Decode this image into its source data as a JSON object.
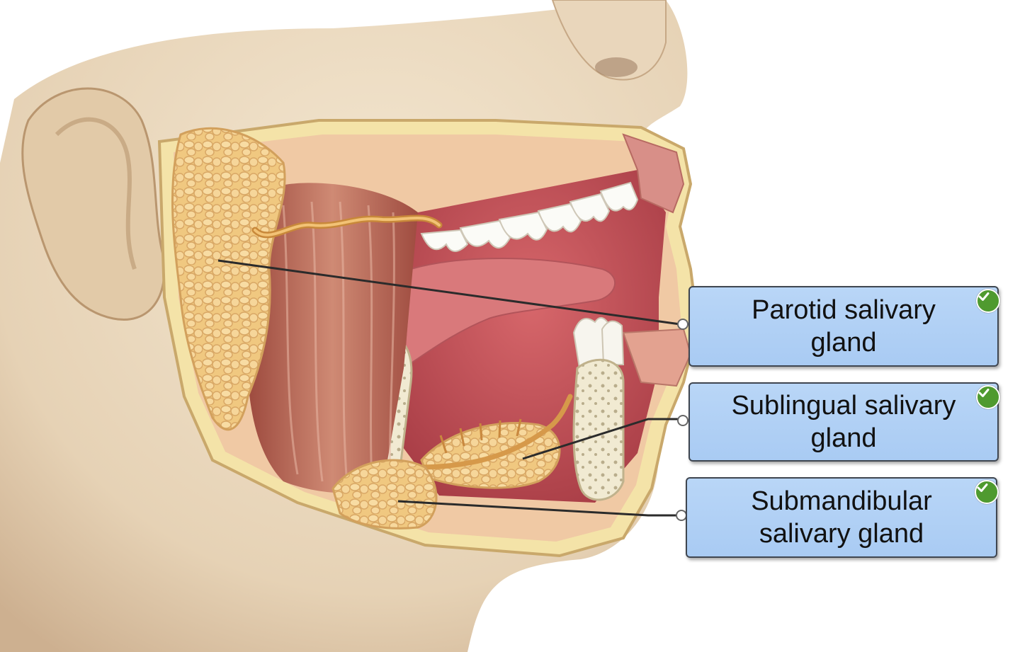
{
  "labels": [
    {
      "id": "parotid",
      "text": "Parotid salivary\ngland",
      "correct": true
    },
    {
      "id": "sublingual",
      "text": "Sublingual salivary\ngland",
      "correct": true
    },
    {
      "id": "submandibular",
      "text": "Submandibular\nsalivary gland",
      "correct": true
    }
  ],
  "colors": {
    "skin": "#ead9bf",
    "skin_shadow": "#c7a888",
    "gland": "#f2cf86",
    "muscle": "#b56452",
    "oral_cavity": "#c9505a",
    "tongue": "#d8777a",
    "teeth": "#fbfbf7",
    "bone": "#f2ecd6",
    "label_fill": "#b3d2f5",
    "check": "#4f9a2f"
  },
  "icons": [
    "check-icon"
  ]
}
